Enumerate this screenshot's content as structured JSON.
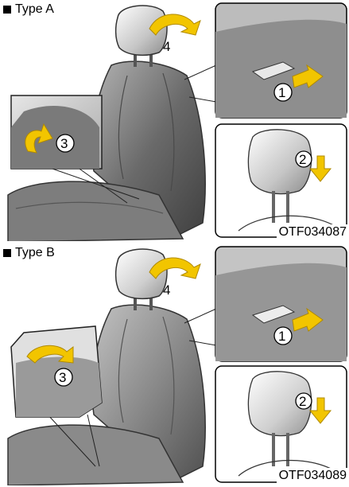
{
  "panels": [
    {
      "type_label": "Type A",
      "code": "OTF034087",
      "steps": [
        "1",
        "2",
        "3",
        "4"
      ]
    },
    {
      "type_label": "Type B",
      "code": "OTF034089",
      "steps": [
        "1",
        "2",
        "3",
        "4"
      ]
    }
  ],
  "colors": {
    "arrow": "#f2c500",
    "arrow_edge": "#b08a00",
    "seat": "#6e6e6e",
    "inset_bg": "#d9d9d9"
  }
}
